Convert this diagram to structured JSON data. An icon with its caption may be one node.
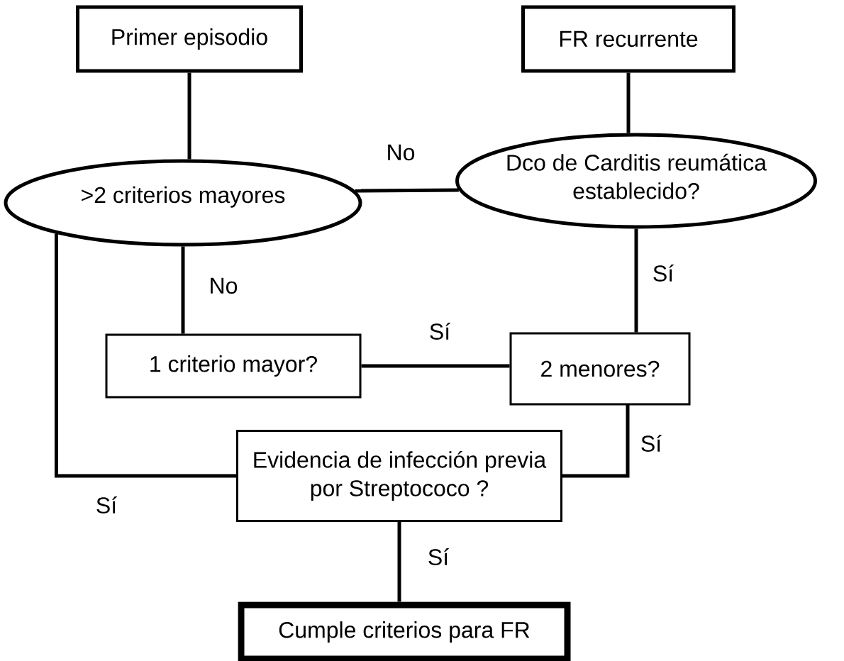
{
  "diagram": {
    "nodes": [
      {
        "text": [
          "Primer episodio"
        ]
      },
      {
        "text": [
          "FR recurrente"
        ]
      },
      {
        "text": [
          ">2 criterios mayores"
        ]
      },
      {
        "text": [
          "Dco de Carditis reumática establecido?"
        ]
      },
      {
        "text": [
          "1 criterio mayor?"
        ]
      },
      {
        "text": [
          "2 menores?"
        ]
      },
      {
        "text": [
          "Evidencia de infección previa por Streptococo ?"
        ]
      },
      {
        "text": [
          "Cumple criterios para FR"
        ]
      }
    ],
    "edges": [
      {
        "from": 0,
        "to": 2,
        "arrow": "none"
      },
      {
        "from": 1,
        "to": 3,
        "arrow": "none"
      },
      {
        "from": 3,
        "to": 2,
        "arrow": "none",
        "label": "No"
      },
      {
        "from": 2,
        "to": 4,
        "arrow": "none",
        "label": "No"
      },
      {
        "from": 3,
        "to": 5,
        "arrow": "none",
        "label": "Sí"
      },
      {
        "from": 4,
        "to": 5,
        "arrow": "none",
        "label": "Sí"
      },
      {
        "from": 5,
        "to": 6,
        "arrow": "none",
        "label": "Sí"
      },
      {
        "from": 2,
        "to": 6,
        "arrow": "none",
        "label": "Sí"
      },
      {
        "from": 6,
        "to": 7,
        "arrow": "none",
        "label": "Sí"
      }
    ]
  }
}
